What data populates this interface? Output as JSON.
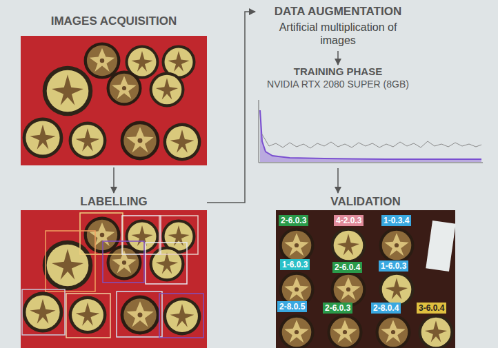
{
  "diagram": {
    "nodes": [
      {
        "text": [
          "IMAGES ACQUISITION"
        ]
      },
      {
        "text": [
          "LABELLING"
        ]
      },
      {
        "text": [
          "DATA AUGMENTATION",
          "Artificial multiplication of images"
        ]
      },
      {
        "text": [
          "TRAINING PHASE",
          "NVIDIA RTX 2080 SUPER (8GB)"
        ]
      },
      {
        "text": [
          "VALIDATION"
        ]
      }
    ],
    "edges": [
      {
        "from": 0,
        "to": 1,
        "arrow": "to"
      },
      {
        "from": 1,
        "to": 2,
        "arrow": "to"
      },
      {
        "from": 2,
        "to": 3,
        "arrow": "to"
      },
      {
        "from": 3,
        "to": 4,
        "arrow": "to"
      }
    ],
    "labels": [
      "2-6.0.3",
      "4-2.0.3",
      "1-0.3.4",
      "1-6.0.3",
      "2-6.0.4",
      "1-6.0.3",
      "2-8.0.5",
      "2-6.0.3",
      "2-8.0.4",
      "3-6.0.4"
    ]
  }
}
